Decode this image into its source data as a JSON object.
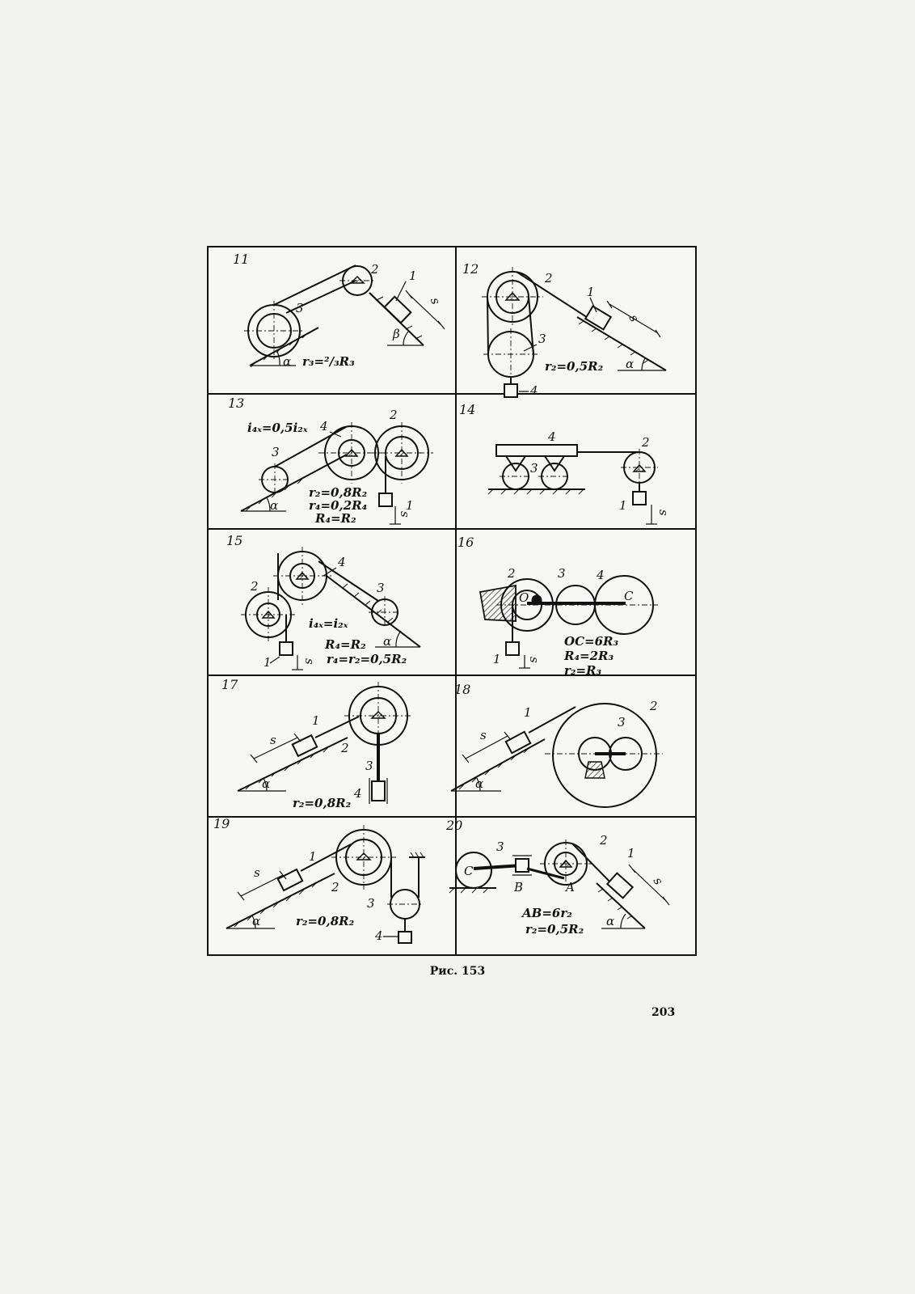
{
  "figure": {
    "caption": "Рис. 153",
    "page_number": "203"
  },
  "panels": [
    {
      "number": "11",
      "labels": [
        "1",
        "2",
        "3",
        "s",
        "α",
        "β"
      ],
      "formulas": [
        "r₃=²/₃R₃"
      ]
    },
    {
      "number": "12",
      "labels": [
        "1",
        "2",
        "3",
        "4",
        "s",
        "α"
      ],
      "formulas": [
        "r₂=0,5R₂"
      ]
    },
    {
      "number": "13",
      "labels": [
        "1",
        "2",
        "3",
        "4",
        "s",
        "α"
      ],
      "formulas": [
        "i₄ₓ=0,5i₂ₓ",
        "r₂=0,8R₂",
        "r₄=0,2R₄",
        "R₄=R₂"
      ]
    },
    {
      "number": "14",
      "labels": [
        "1",
        "2",
        "3",
        "4",
        "s"
      ],
      "formulas": []
    },
    {
      "number": "15",
      "labels": [
        "1",
        "2",
        "3",
        "4",
        "s",
        "α"
      ],
      "formulas": [
        "i₄ₓ=i₂ₓ",
        "R₄=R₂",
        "r₄=r₂=0,5R₂"
      ]
    },
    {
      "number": "16",
      "labels": [
        "1",
        "2",
        "3",
        "4",
        "O",
        "C",
        "s"
      ],
      "formulas": [
        "OC=6R₃",
        "R₄=2R₃",
        "r₂=R₃"
      ]
    },
    {
      "number": "17",
      "labels": [
        "1",
        "2",
        "3",
        "4",
        "s",
        "α"
      ],
      "formulas": [
        "r₂=0,8R₂"
      ]
    },
    {
      "number": "18",
      "labels": [
        "1",
        "2",
        "3",
        "s",
        "α"
      ],
      "formulas": []
    },
    {
      "number": "19",
      "labels": [
        "1",
        "2",
        "3",
        "4",
        "s",
        "α"
      ],
      "formulas": [
        "r₂=0,8R₂"
      ]
    },
    {
      "number": "20",
      "labels": [
        "1",
        "2",
        "3",
        "A",
        "B",
        "C",
        "s",
        "α"
      ],
      "formulas": [
        "AB=6r₂",
        "r₂=0,5R₂"
      ]
    }
  ]
}
